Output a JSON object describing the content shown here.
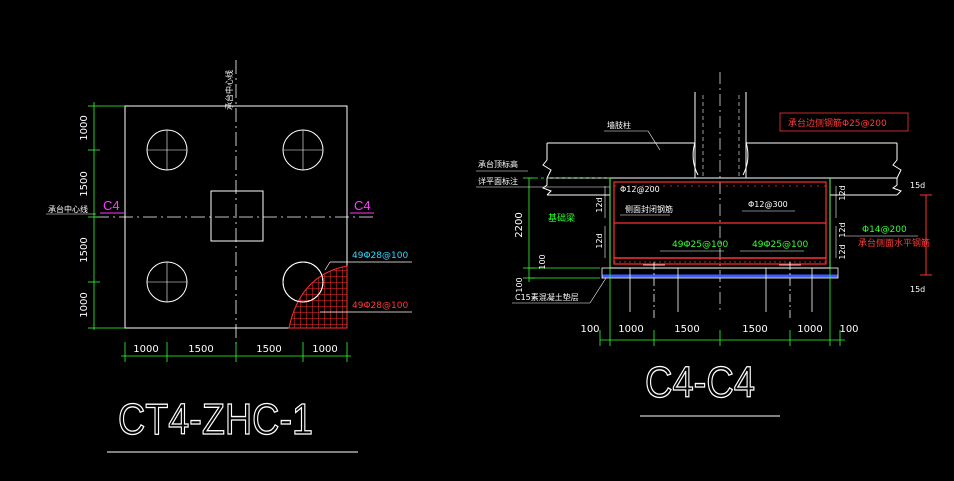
{
  "left_plan": {
    "axis_label_v": "承台中心线",
    "axis_label_h": "承台中心线",
    "section_mark_left": "C4",
    "section_mark_right": "C4",
    "dims_left": [
      "1000",
      "1500",
      "1500",
      "1000"
    ],
    "dims_bottom": [
      "1000",
      "1500",
      "1500",
      "1000"
    ],
    "rebar_top": "49Φ28@100",
    "rebar_bottom": "49Φ28@100",
    "title": "CT4-ZHC-1"
  },
  "right_section": {
    "label_column": "墙肢柱",
    "label_edge_rebar": "承台边侧钢筋Φ25@200",
    "label_top_elev_1": "承台顶标高",
    "label_top_elev_2": "详平面标注",
    "label_stirrup": "Φ12@200",
    "label_stirrup_2": "侧面封闭钢筋",
    "label_foundation_beam": "基础梁",
    "label_mid_rebar": "Φ12@300",
    "label_12d_a": "12d",
    "label_12d_b": "12d",
    "label_12d_c": "12d",
    "label_12d_d": "12d",
    "label_12d_e": "12d",
    "label_side_rebar": "Φ14@200",
    "label_side_rebar_2": "承台侧面水平钢筋",
    "label_bottom_rebar_1": "49Φ25@100",
    "label_bottom_rebar_2": "49Φ25@100",
    "label_15d_top": "15d",
    "label_15d_bottom": "15d",
    "dim_height": "2200",
    "dim_100": "100",
    "dim_100_b": "100",
    "label_cushion": "C15素混凝土垫层",
    "dims_bottom": [
      "100",
      "1000",
      "1500",
      "1500",
      "1000",
      "100"
    ],
    "title": "C4-C4"
  }
}
